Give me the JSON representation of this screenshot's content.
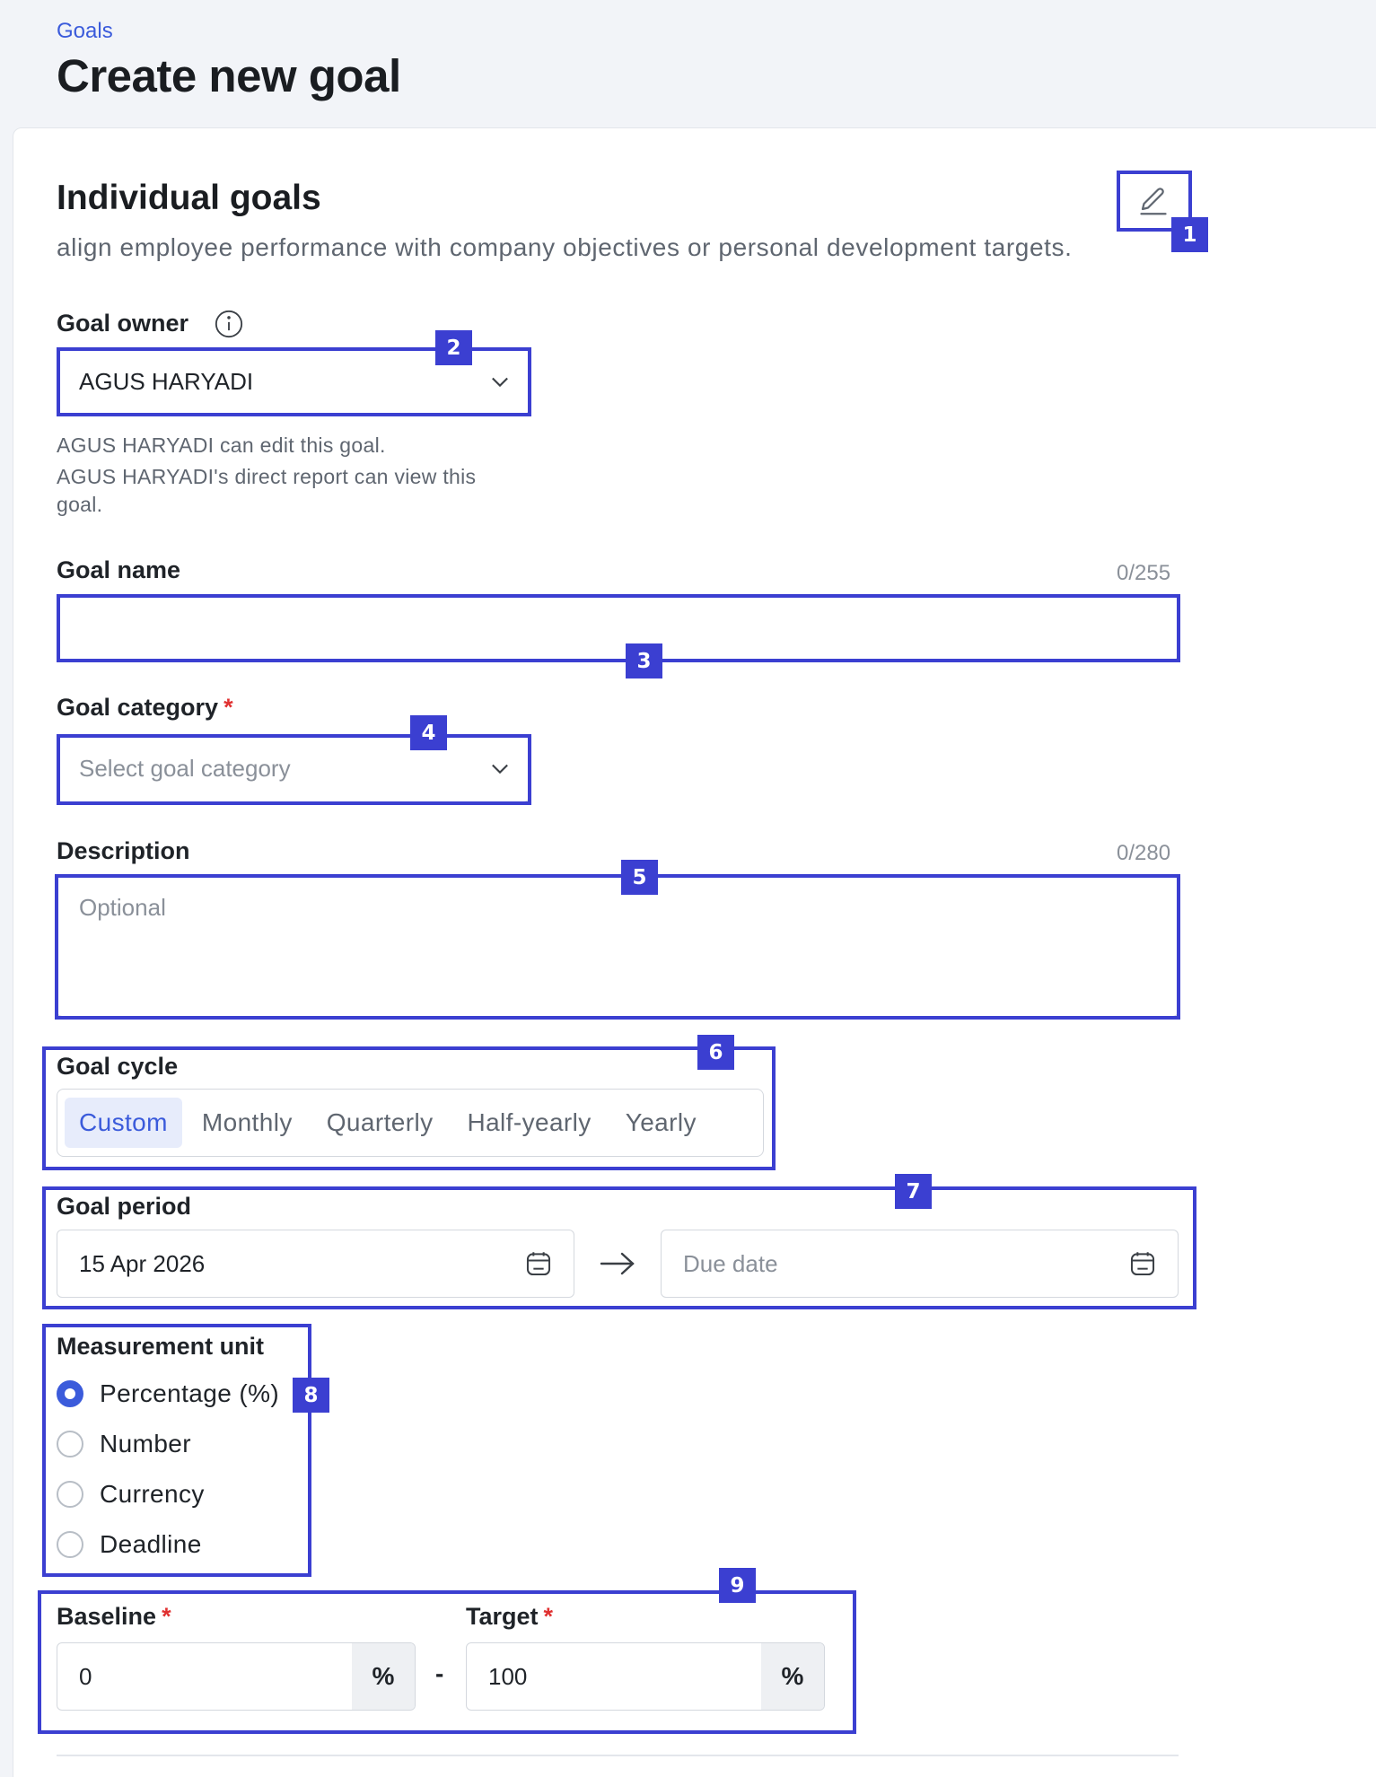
{
  "header": {
    "breadcrumb": "Goals",
    "title": "Create new goal"
  },
  "section": {
    "title": "Individual goals",
    "subtitle": "align employee performance with company objectives or personal development targets."
  },
  "goal_owner": {
    "label": "Goal owner",
    "value": "AGUS HARYADI",
    "helper_line1": "AGUS HARYADI can edit this goal.",
    "helper_line2": "AGUS HARYADI's direct report can view this",
    "helper_line3": "goal."
  },
  "goal_name": {
    "label": "Goal name",
    "counter": "0/255",
    "value": ""
  },
  "goal_category": {
    "label": "Goal category",
    "required": "*",
    "placeholder": "Select goal category"
  },
  "description": {
    "label": "Description",
    "counter": "0/280",
    "placeholder": "Optional"
  },
  "goal_cycle": {
    "label": "Goal cycle",
    "options": [
      "Custom",
      "Monthly",
      "Quarterly",
      "Half-yearly",
      "Yearly"
    ],
    "selected": "Custom"
  },
  "goal_period": {
    "label": "Goal period",
    "start": "15 Apr 2026",
    "end_placeholder": "Due date"
  },
  "measurement_unit": {
    "label": "Measurement unit",
    "options": [
      "Percentage (%)",
      "Number",
      "Currency",
      "Deadline"
    ],
    "selected": "Percentage (%)"
  },
  "baseline": {
    "label": "Baseline",
    "required": "*",
    "value": "0",
    "unit": "%"
  },
  "range_separator": "-",
  "target": {
    "label": "Target",
    "required": "*",
    "value": "100",
    "unit": "%"
  },
  "annotations": [
    "1",
    "2",
    "3",
    "4",
    "5",
    "6",
    "7",
    "8",
    "9"
  ],
  "colors": {
    "accent": "#3b5bdb",
    "annotation": "#3b3fd1",
    "required": "#e03131"
  }
}
